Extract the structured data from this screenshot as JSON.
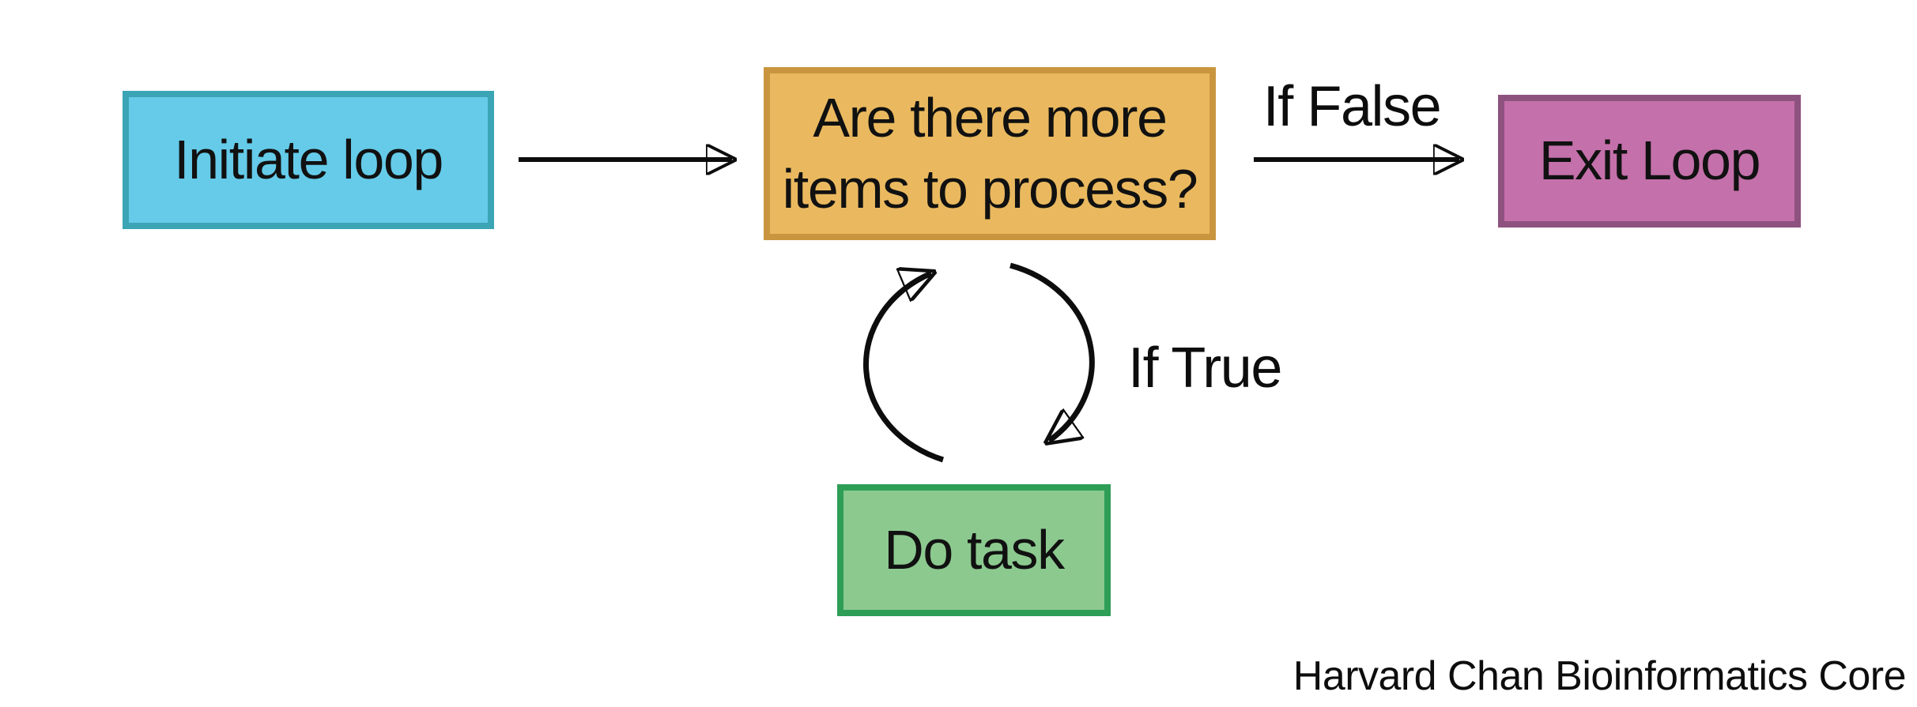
{
  "diagram": {
    "background": "#ffffff",
    "arrow_color": "#0d0d0d",
    "nodes": [
      {
        "id": "initiate-loop",
        "label": "Initiate loop",
        "fill": "#65cbe9",
        "border": "#3ba5b6"
      },
      {
        "id": "question",
        "label": "Are there more items to process?",
        "fill": "#eab95f",
        "border": "#c9963f"
      },
      {
        "id": "exit-loop",
        "label": "Exit Loop",
        "fill": "#c470aa",
        "border": "#8e527e"
      },
      {
        "id": "do-task",
        "label": "Do task",
        "fill": "#8cc98f",
        "border": "#2e9e56"
      }
    ],
    "edges": [
      {
        "from": "initiate-loop",
        "to": "question",
        "label": ""
      },
      {
        "from": "question",
        "to": "exit-loop",
        "label": "If False"
      },
      {
        "from": "question",
        "to": "do-task",
        "label": "If True",
        "style": "cycle"
      }
    ],
    "edge_labels": {
      "if_false": "If False",
      "if_true": "If True"
    }
  },
  "attribution": "Harvard Chan Bioinformatics Core"
}
